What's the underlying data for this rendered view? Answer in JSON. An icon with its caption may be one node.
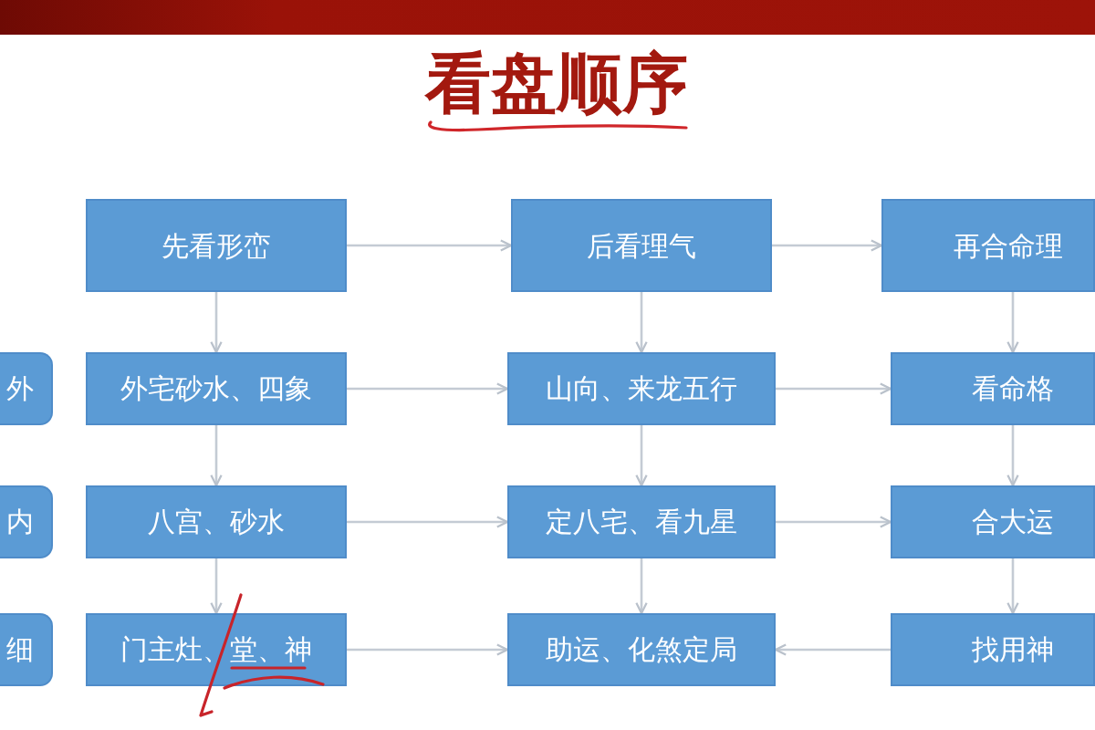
{
  "diagram": {
    "title": "看盘顺序",
    "nodes": [
      {
        "text": [
          "先看形峦"
        ]
      },
      {
        "text": [
          "后看理气"
        ]
      },
      {
        "text": [
          "再合命理"
        ]
      },
      {
        "text": [
          "外"
        ]
      },
      {
        "text": [
          "外宅砂水、四象"
        ]
      },
      {
        "text": [
          "山向、来龙五行"
        ]
      },
      {
        "text": [
          "看命格"
        ]
      },
      {
        "text": [
          "内"
        ]
      },
      {
        "text": [
          "八宫、砂水"
        ]
      },
      {
        "text": [
          "定八宅、看九星"
        ]
      },
      {
        "text": [
          "合大运"
        ]
      },
      {
        "text": [
          "细"
        ]
      },
      {
        "text": [
          "门主灶、堂、神"
        ]
      },
      {
        "text": [
          "助运、化煞定局"
        ]
      },
      {
        "text": [
          "找用神"
        ]
      }
    ],
    "edges": [
      {
        "from": 0,
        "to": 1,
        "arrow": "to"
      },
      {
        "from": 1,
        "to": 2,
        "arrow": "to"
      },
      {
        "from": 0,
        "to": 4,
        "arrow": "to"
      },
      {
        "from": 4,
        "to": 8,
        "arrow": "to"
      },
      {
        "from": 8,
        "to": 12,
        "arrow": "to"
      },
      {
        "from": 4,
        "to": 5,
        "arrow": "to"
      },
      {
        "from": 8,
        "to": 9,
        "arrow": "to"
      },
      {
        "from": 12,
        "to": 13,
        "arrow": "to"
      },
      {
        "from": 1,
        "to": 5,
        "arrow": "to"
      },
      {
        "from": 5,
        "to": 9,
        "arrow": "to"
      },
      {
        "from": 9,
        "to": 13,
        "arrow": "to"
      },
      {
        "from": 5,
        "to": 6,
        "arrow": "to"
      },
      {
        "from": 9,
        "to": 10,
        "arrow": "to"
      },
      {
        "from": 14,
        "to": 13,
        "arrow": "to"
      },
      {
        "from": 2,
        "to": 6,
        "arrow": "to"
      },
      {
        "from": 6,
        "to": 10,
        "arrow": "to"
      },
      {
        "from": 10,
        "to": 14,
        "arrow": "to"
      }
    ]
  }
}
